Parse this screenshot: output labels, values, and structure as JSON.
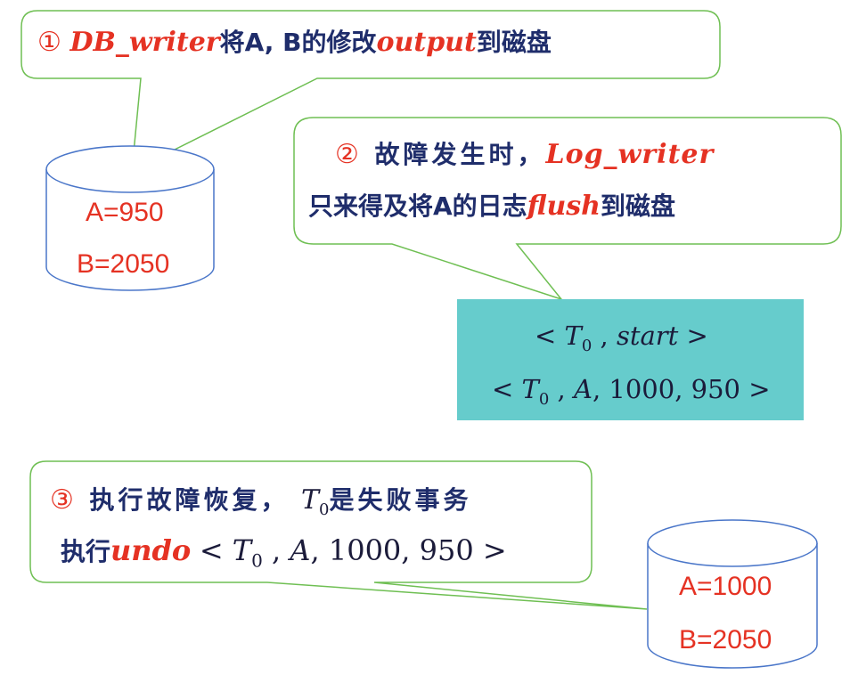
{
  "callout1": {
    "num": "①",
    "actor": "DB_writer",
    "text_a": "将A, B的修改",
    "action": "output",
    "text_b": "到磁盘"
  },
  "callout2": {
    "num": "②",
    "text_a": "故障发生时，",
    "actor": "Log_writer",
    "line2_a": "只来得及将A的日志",
    "action": "flush",
    "line2_b": "到磁盘"
  },
  "callout3": {
    "num": "③",
    "text_a": "执行故障恢复，",
    "txn": "T",
    "txn_sub": "0",
    "text_b": "是失败事务",
    "line2_a": "执行",
    "action": "undo",
    "record": {
      "txn": "T",
      "sub": "0",
      "item": "A",
      "old": "1000",
      "new": "950"
    }
  },
  "log": {
    "record1": {
      "txn": "T",
      "sub": "0",
      "op": "start"
    },
    "record2": {
      "txn": "T",
      "sub": "0",
      "item": "A",
      "old": "1000",
      "new": "950"
    }
  },
  "db_before": {
    "a": "A=950",
    "b": "B=2050"
  },
  "db_after": {
    "a": "A=1000",
    "b": "B=2050"
  },
  "colors": {
    "callout_border": "#6fbf53",
    "log_bg": "#66cccc",
    "db_border": "#4a76c9",
    "highlight": "#e53223",
    "text": "#1f2d6b"
  }
}
